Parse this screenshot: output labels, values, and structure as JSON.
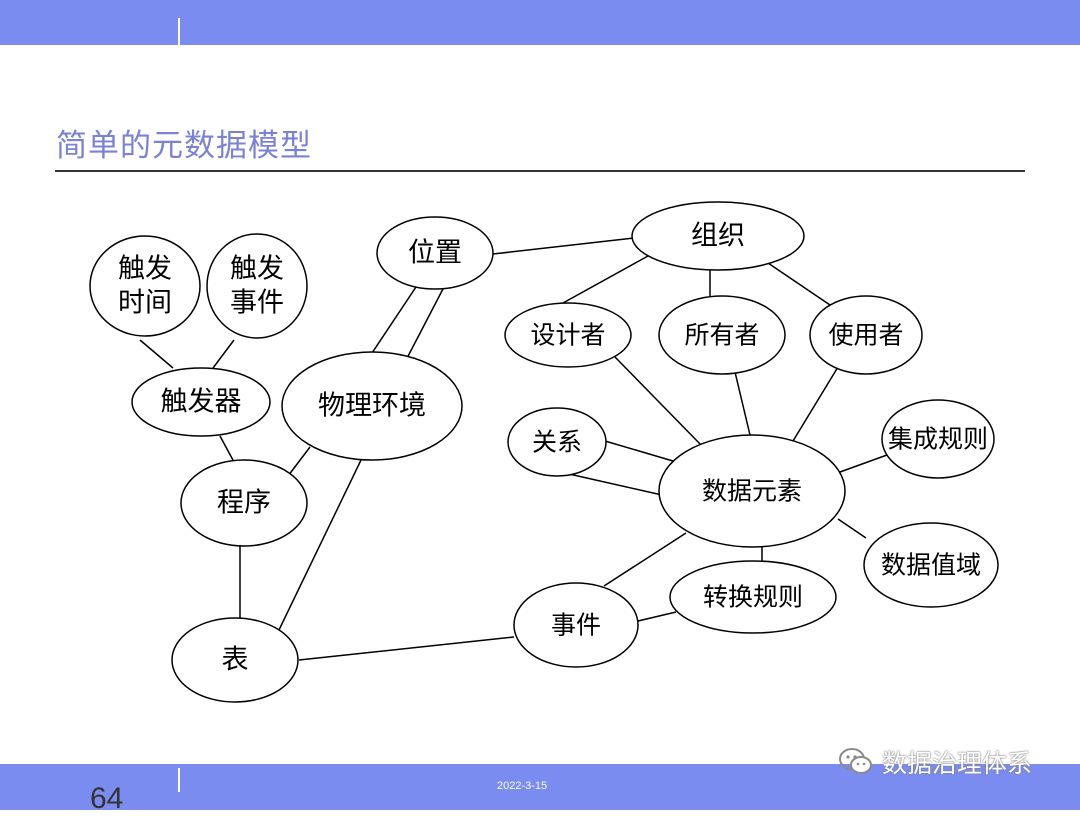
{
  "slide": {
    "title": "简单的元数据模型",
    "page_number": "64",
    "date": "2022-3-15",
    "watermark": "数据治理体系"
  },
  "colors": {
    "band": "#7a8cf0",
    "title": "#7a82d8"
  },
  "icons": {
    "watermark": "wechat-icon"
  },
  "diagram": {
    "nodes": [
      {
        "id": "trigger-time",
        "lines": [
          "触发",
          "时间"
        ]
      },
      {
        "id": "trigger-event",
        "lines": [
          "触发",
          "事件"
        ]
      },
      {
        "id": "trigger",
        "lines": [
          "触发器"
        ]
      },
      {
        "id": "location",
        "lines": [
          "位置"
        ]
      },
      {
        "id": "physical-env",
        "lines": [
          "物理环境"
        ]
      },
      {
        "id": "program",
        "lines": [
          "程序"
        ]
      },
      {
        "id": "table",
        "lines": [
          "表"
        ]
      },
      {
        "id": "organization",
        "lines": [
          "组织"
        ]
      },
      {
        "id": "designer",
        "lines": [
          "设计者"
        ]
      },
      {
        "id": "owner",
        "lines": [
          "所有者"
        ]
      },
      {
        "id": "user",
        "lines": [
          "使用者"
        ]
      },
      {
        "id": "relationship",
        "lines": [
          "关系"
        ]
      },
      {
        "id": "data-element",
        "lines": [
          "数据元素"
        ]
      },
      {
        "id": "integration-rule",
        "lines": [
          "集成规则"
        ]
      },
      {
        "id": "data-domain",
        "lines": [
          "数据值域"
        ]
      },
      {
        "id": "transform-rule",
        "lines": [
          "转换规则"
        ]
      },
      {
        "id": "event",
        "lines": [
          "事件"
        ]
      }
    ],
    "edges": [
      [
        "trigger-time",
        "trigger"
      ],
      [
        "trigger-event",
        "trigger"
      ],
      [
        "trigger",
        "program"
      ],
      [
        "program",
        "physical-env"
      ],
      [
        "program",
        "table"
      ],
      [
        "location",
        "physical-env"
      ],
      [
        "location",
        "physical-env"
      ],
      [
        "physical-env",
        "table"
      ],
      [
        "location",
        "organization"
      ],
      [
        "organization",
        "designer"
      ],
      [
        "organization",
        "owner"
      ],
      [
        "organization",
        "user"
      ],
      [
        "designer",
        "data-element"
      ],
      [
        "owner",
        "data-element"
      ],
      [
        "user",
        "data-element"
      ],
      [
        "relationship",
        "data-element"
      ],
      [
        "relationship",
        "data-element"
      ],
      [
        "data-element",
        "integration-rule"
      ],
      [
        "data-element",
        "data-domain"
      ],
      [
        "data-element",
        "transform-rule"
      ],
      [
        "data-element",
        "event"
      ],
      [
        "transform-rule",
        "event"
      ],
      [
        "table",
        "event"
      ]
    ]
  }
}
